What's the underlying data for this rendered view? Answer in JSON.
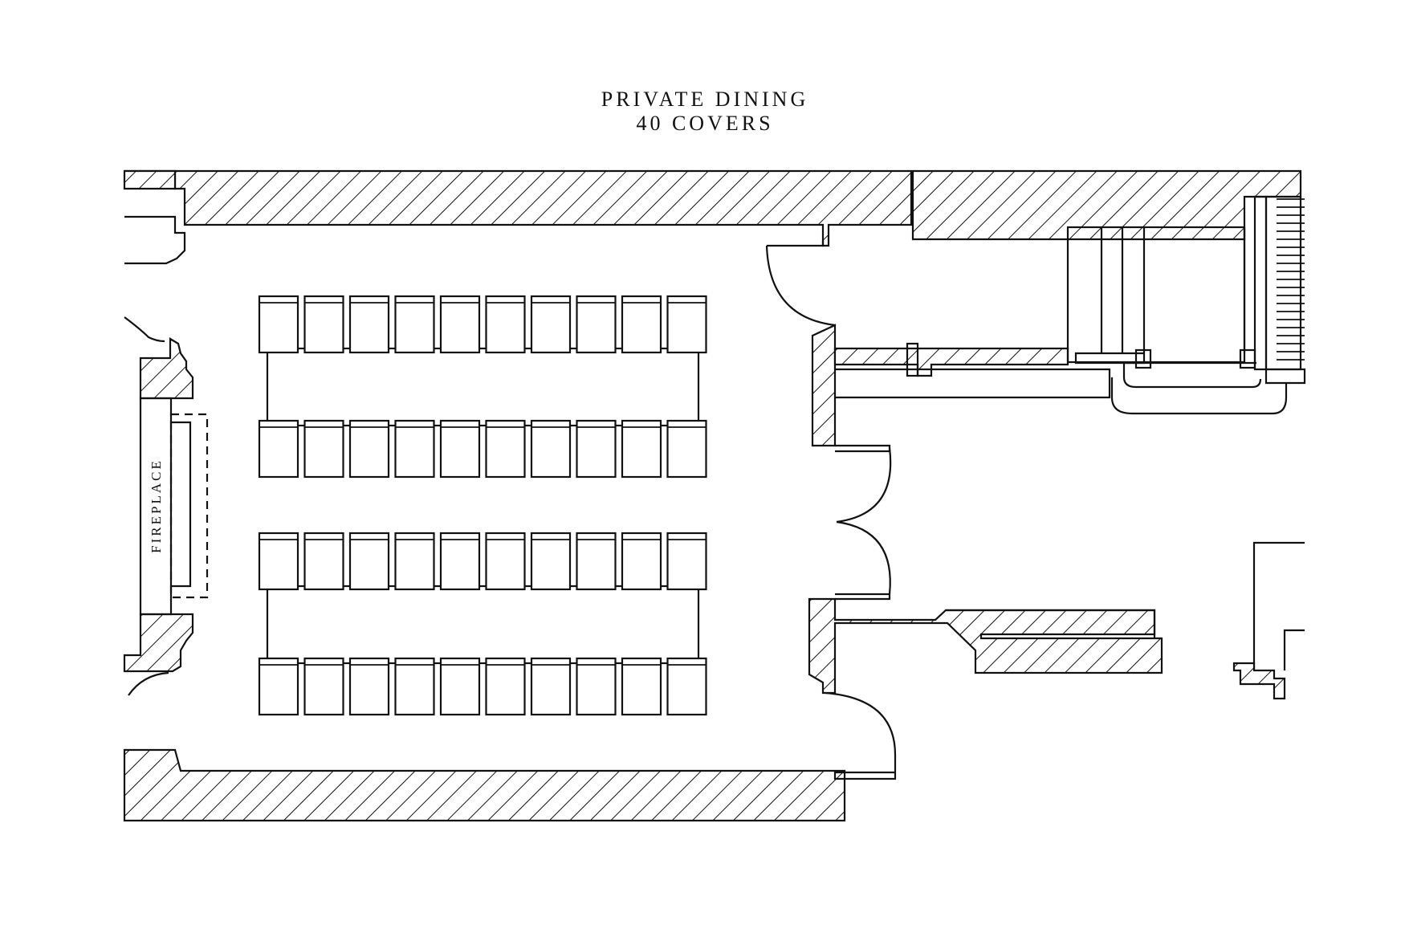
{
  "plan": {
    "title_line1": "PRIVATE DINING",
    "title_line2": "40 COVERS",
    "fireplace_label": "FIREPLACE"
  },
  "seating": {
    "table_groups": 2,
    "rows_per_group": 2,
    "chairs_per_row": 10
  },
  "style": {
    "line_color": "#111111",
    "background": "#ffffff"
  }
}
